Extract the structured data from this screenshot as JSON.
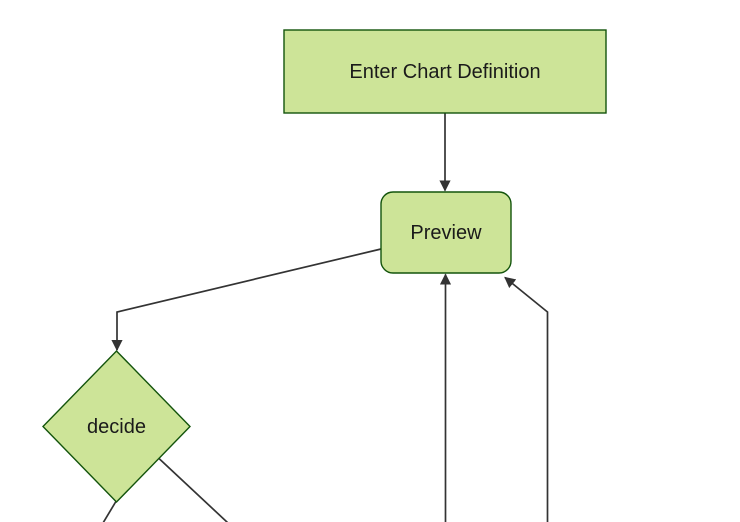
{
  "diagram": {
    "type": "flowchart",
    "direction": "top-down",
    "background": "#ffffff",
    "colors": {
      "node_fill": "#cde498",
      "node_border": "#13540c",
      "edge_color": "#333333",
      "arrowhead_color": "#333333",
      "label_color": "#1a1a1a"
    },
    "nodes": [
      {
        "id": "enter-chart-definition",
        "label": "Enter Chart Definition",
        "shape": "rectangle"
      },
      {
        "id": "preview",
        "label": "Preview",
        "shape": "rounded-rectangle"
      },
      {
        "id": "decide",
        "label": "decide",
        "shape": "diamond"
      }
    ],
    "edges": [
      {
        "from": "enter-chart-definition",
        "to": "preview",
        "arrowhead": true
      },
      {
        "from": "preview",
        "to": "decide",
        "arrowhead": true
      },
      {
        "from": "offscreen-bottom",
        "to": "preview",
        "arrowhead": true
      },
      {
        "from": "offscreen-bottom-right",
        "to": "preview",
        "arrowhead": true
      },
      {
        "from": "decide",
        "to": "offscreen-bottom-left",
        "arrowhead": false
      },
      {
        "from": "decide",
        "to": "offscreen-bottom-right",
        "arrowhead": false
      }
    ]
  }
}
